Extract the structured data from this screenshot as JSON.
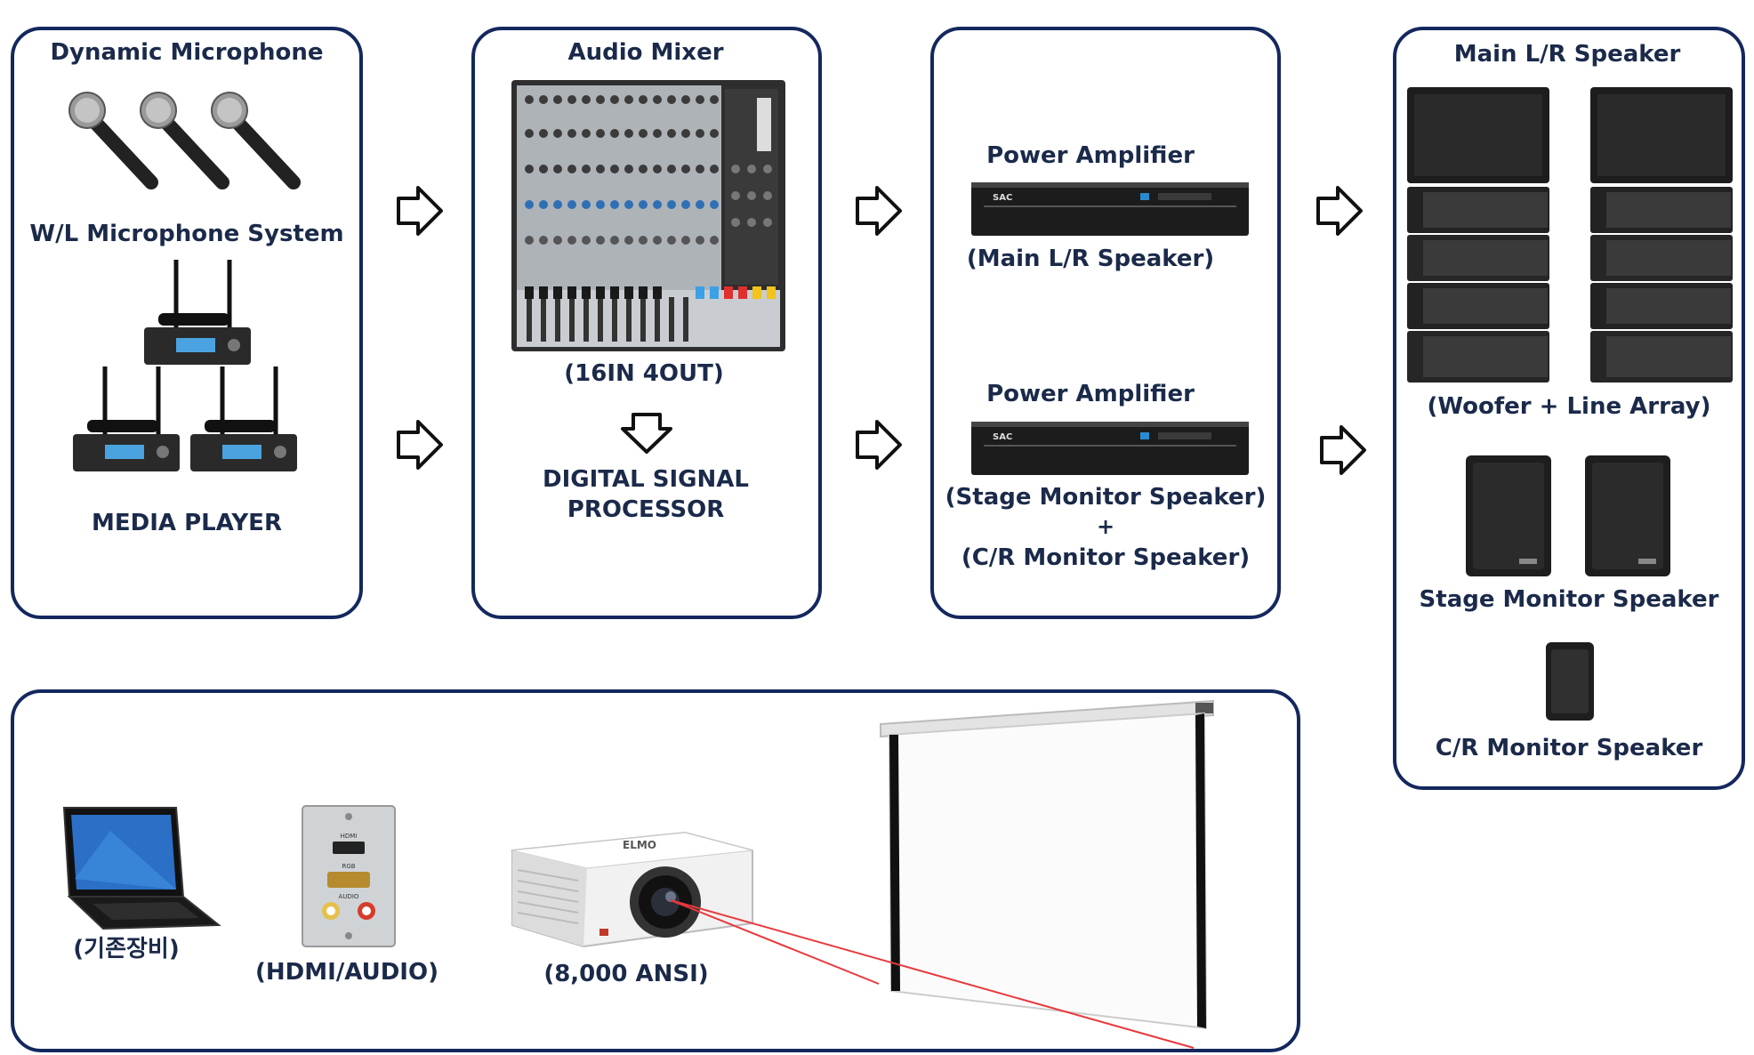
{
  "input_panel": {
    "dynamic_mic_title": "Dynamic Microphone",
    "wireless_title": "W/L Microphone System",
    "media_player_title": "MEDIA PLAYER"
  },
  "mixer_panel": {
    "title": "Audio Mixer",
    "spec": "(16IN 4OUT)",
    "dsp_line1": "DIGITAL SIGNAL",
    "dsp_line2": "PROCESSOR"
  },
  "amp_panel": {
    "amp1_title": "Power Amplifier",
    "amp1_caption": "(Main L/R Speaker)",
    "amp2_title": "Power Amplifier",
    "amp2_caption_1": "(Stage Monitor Speaker)",
    "amp2_plus": "+",
    "amp2_caption_2": "(C/R Monitor Speaker)",
    "amp_brand": "SAC"
  },
  "speaker_panel": {
    "title": "Main L/R Speaker",
    "main_caption": "(Woofer + Line Array)",
    "stage_title": "Stage Monitor Speaker",
    "cr_title": "C/R Monitor Speaker"
  },
  "video_panel": {
    "laptop_caption": "(기존장비)",
    "wallplate_caption": "(HDMI/AUDIO)",
    "wallplate_labels": [
      "HDMI",
      "RGB",
      "AUDIO"
    ],
    "projector_caption": "(8,000 ANSI)",
    "projector_brand": "ELMO"
  },
  "colors": {
    "panel_border": "#14285e",
    "text": "#1b2a4a",
    "beam": "#e8393c"
  }
}
